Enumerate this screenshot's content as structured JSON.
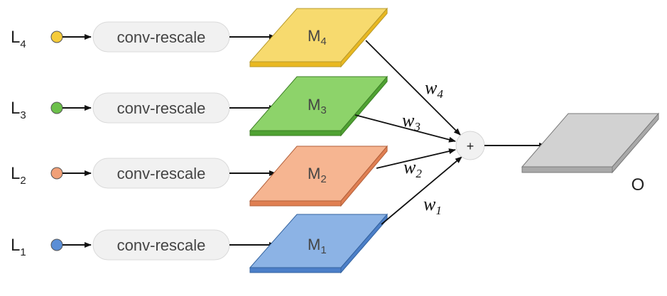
{
  "levels": [
    {
      "letter": "L",
      "sub": "4",
      "color": "#F5CB3A",
      "box": "conv-rescale",
      "map_letter": "M",
      "map_sub": "4",
      "map_top": "#F7DA6E",
      "map_side": "#E9B820"
    },
    {
      "letter": "L",
      "sub": "3",
      "color": "#6CC04A",
      "box": "conv-rescale",
      "map_letter": "M",
      "map_sub": "3",
      "map_top": "#8DD36A",
      "map_side": "#4FA232"
    },
    {
      "letter": "L",
      "sub": "2",
      "color": "#F0A078",
      "box": "conv-rescale",
      "map_letter": "M",
      "map_sub": "2",
      "map_top": "#F6B591",
      "map_side": "#E07F52"
    },
    {
      "letter": "L",
      "sub": "1",
      "color": "#5B8ED6",
      "box": "conv-rescale",
      "map_letter": "M",
      "map_sub": "1",
      "map_top": "#8CB3E5",
      "map_side": "#4C7FC8"
    }
  ],
  "weights": [
    {
      "letter": "w",
      "sub": "4"
    },
    {
      "letter": "w",
      "sub": "3"
    },
    {
      "letter": "w",
      "sub": "2"
    },
    {
      "letter": "w",
      "sub": "1"
    }
  ],
  "sum_symbol": "+",
  "output": {
    "label": "O",
    "top": "#D2D2D2",
    "side": "#A9A9A9"
  }
}
